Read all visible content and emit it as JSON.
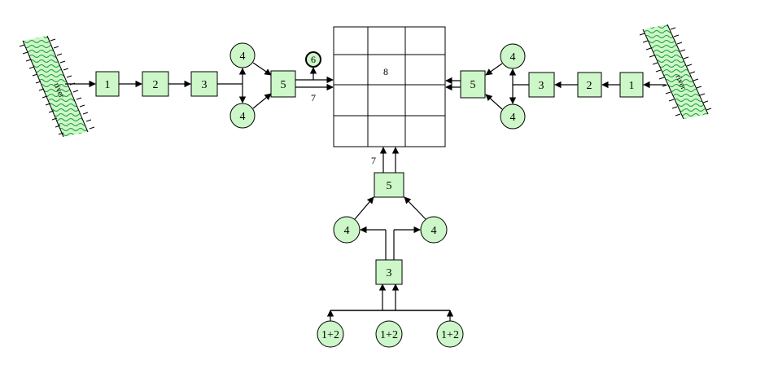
{
  "labels": {
    "n1": "1",
    "n2": "2",
    "n3": "3",
    "n4": "4",
    "n5": "5",
    "n6": "6",
    "n7": "7",
    "n8": "8",
    "n12": "1+2",
    "river": "river"
  },
  "colors": {
    "node_fill": "#cdf7c8",
    "wave": "#1a9a3a",
    "stroke": "#000000"
  }
}
